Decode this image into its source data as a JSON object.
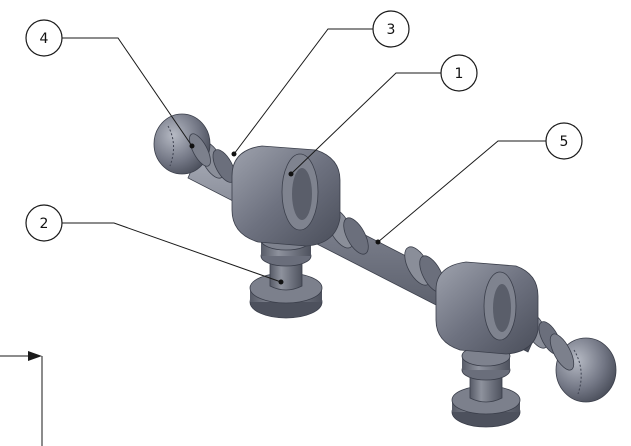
{
  "callouts": [
    {
      "id": "4",
      "label": "4"
    },
    {
      "id": "3",
      "label": "3"
    },
    {
      "id": "1",
      "label": "1"
    },
    {
      "id": "5",
      "label": "5"
    },
    {
      "id": "2",
      "label": "2"
    }
  ],
  "colors": {
    "part_base": "#6f7381",
    "part_dark": "#4a4e5a",
    "part_light": "#a2a6b2",
    "part_highlight": "#c7cad3",
    "line": "#1a1a1a"
  }
}
